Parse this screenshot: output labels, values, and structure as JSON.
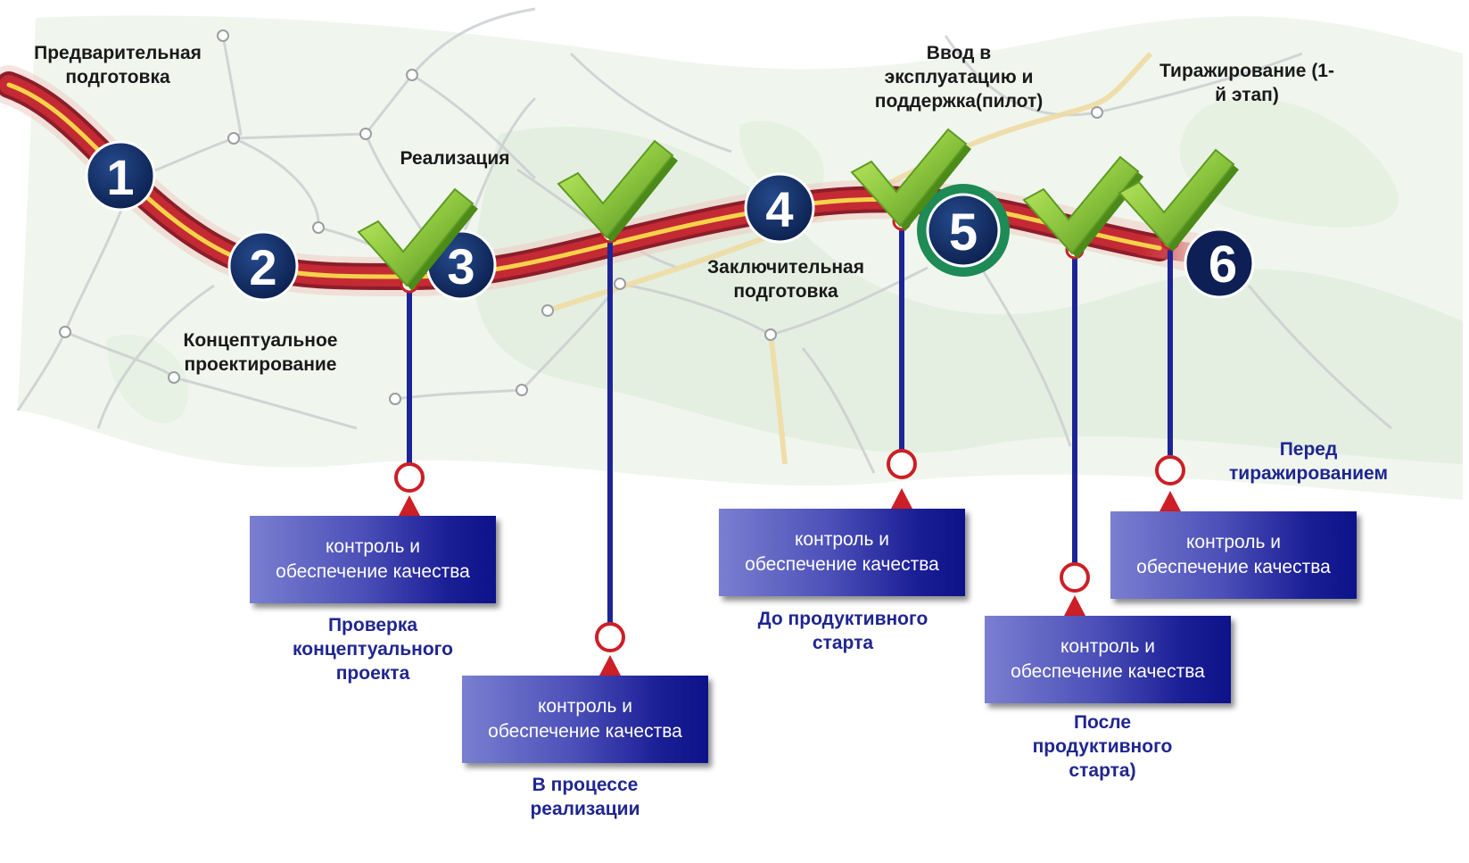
{
  "colors": {
    "road_outer": "#8c1d2a",
    "road_mid": "#c42a33",
    "road_center": "#f5d24a",
    "badge_blue": "#0e2a5e",
    "badge_green_ring": "#1e8a55",
    "check_green": "#8cc63f",
    "stem_blue": "#1d2596",
    "marker_red": "#cc1f26",
    "caption_blue": "#1f2690"
  },
  "stages": [
    {
      "number": "1",
      "label": "Предварительная\nподготовка"
    },
    {
      "number": "2",
      "label": "Концептуальное\nпроектирование"
    },
    {
      "number": "3",
      "label": "Реализация"
    },
    {
      "number": "4",
      "label": "Заключительная\nподготовка"
    },
    {
      "number": "5",
      "label": "Ввод в\nэксплуатацию и\nподдержка(пилот)"
    },
    {
      "number": "6",
      "label": "Тиражирование (1-\nй этап)"
    }
  ],
  "quality_gates": [
    {
      "box": "контроль и\nобеспечение качества",
      "caption": "Проверка\nконцептуального\nпроекта"
    },
    {
      "box": "контроль и\nобеспечение качества",
      "caption": "В процессе\nреализации"
    },
    {
      "box": "контроль и\nобеспечение качества",
      "caption": "До продуктивного\nстарта"
    },
    {
      "box": "контроль и\nобеспечение качества",
      "caption": "После\nпродуктивного\nстарта)"
    },
    {
      "box": "контроль и\nобеспечение качества",
      "caption": "Перед\nтиражированием"
    }
  ],
  "icons": {
    "checkmark": "checkmark-icon",
    "map_background": "map-background"
  }
}
